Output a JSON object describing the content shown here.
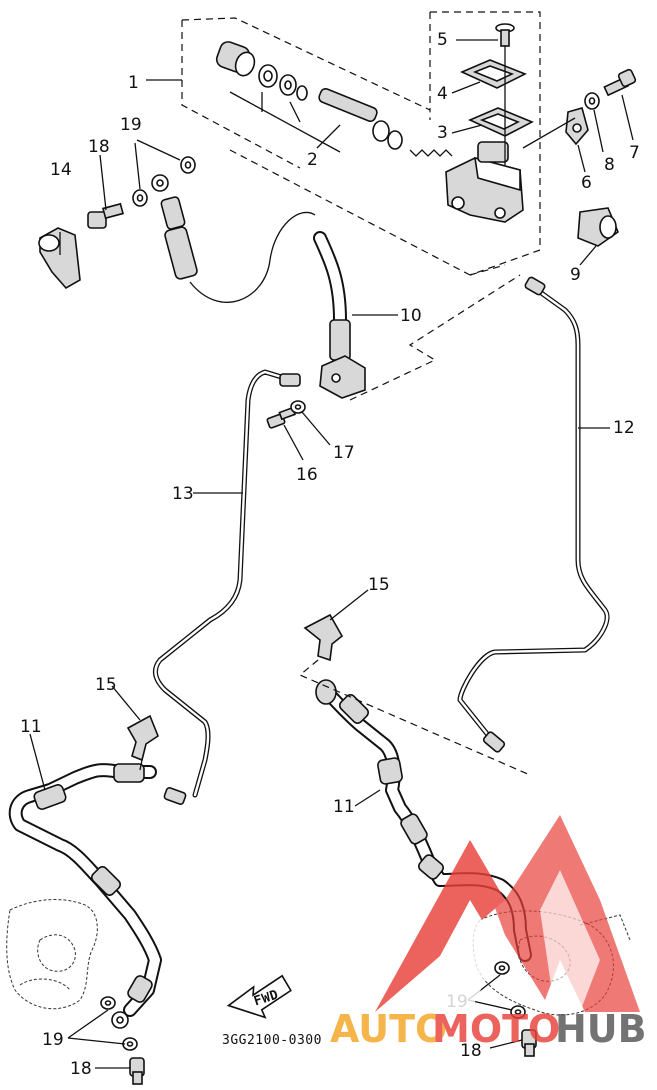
{
  "diagram": {
    "drawing_code": "3GG2100-0300",
    "fwd_label": "FWD",
    "callouts": {
      "c1": "1",
      "c2": "2",
      "c3": "3",
      "c4": "4",
      "c5": "5",
      "c6": "6",
      "c7": "7",
      "c8": "8",
      "c9": "9",
      "c10": "10",
      "c11a": "11",
      "c11b": "11",
      "c12": "12",
      "c13": "13",
      "c14": "14",
      "c15a": "15",
      "c15b": "15",
      "c16": "16",
      "c17": "17",
      "c18a": "18",
      "c18b": "18",
      "c18c": "18",
      "c19a": "19",
      "c19b": "19",
      "c19c": "19"
    }
  },
  "watermark": {
    "text_part1": "AUTO",
    "text_part2": "MOTO",
    "text_part3": "HUB",
    "colors": {
      "red": "#e8413a",
      "orange": "#f5a623",
      "gray": "#555555"
    }
  }
}
